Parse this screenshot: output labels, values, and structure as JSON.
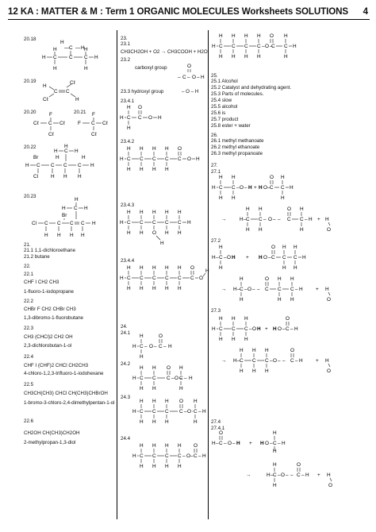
{
  "header": {
    "title": "12 KA : MATTER  &  M : Term 1  ORGANIC MOLECULES Worksheets SOLUTIONS",
    "page_number": "4"
  },
  "col1": {
    "q20_18": "20.18",
    "q20_19": "20.19",
    "q20_20": "20.20",
    "q20_21": "20.21",
    "q20_22": "20.22",
    "q20_23": "20.23",
    "q21": "21.",
    "q21_1": "21.1   1,1-dichloroethane",
    "q21_2": "21.2   butane",
    "q22": "22.",
    "q22_1": "22.1",
    "q22_1_formula": "CHF I CH2 CH3",
    "q22_1_name": "1-fluoro-1-iodopropane",
    "q22_2": " 22.2",
    "q22_2_formula": "CHBr F CH2 CHBr CH3",
    "q22_2_name": "1,3-dibromo-1-fluorobutane",
    "q22_3": "22.3",
    "q22_3_formula": "CH3 (CHCl)2 CH2 OH",
    "q22_3_name": "2,3-dichlorobutan-1-ol",
    "q22_4": "22.4",
    "q22_4_formula": "CHF I  (CHF)2 CHCl CH2CH3",
    "q22_4_name": "4-chloro-1,2,3-trifluoro-1-iodohexane",
    "q22_5": "22.5",
    "q22_5_formula": "CH3CH(CH3) CHCl CH(CH3)CHBrOH",
    "q22_5_name": "1-bromo-3-chloro-2,4-dimethylpentan-1-ol",
    "q22_6": "22.6",
    "q22_6_formula": "CH2OH CH(CH3)CH2OH",
    "q22_6_name": "2-methylpropan-1,3-diol"
  },
  "col2": {
    "q23": "23.",
    "q23_1": "23.1",
    "q23_1_eq": "CH3CH2OH + O2 → CH3COOH + H2O",
    "q23_2": "23.2",
    "q23_2_text": "carboxyl group",
    "q23_3": "23.3  hydroxyl group",
    "q23_3_text": "– O – H",
    "q23_4_1": "23.4.1",
    "q23_4_2": "23.4.2",
    "q23_4_3": "23.4.3",
    "q23_4_4": "23.4.4",
    "q24": "24.",
    "q24_1": "24.1",
    "q24_2": "24.2",
    "q24_3": "24.3",
    "q24_4": "24.4"
  },
  "col3": {
    "q25": "25.",
    "q25_1": "25.1   Alcohol",
    "q25_2": "25.2   Catalyst and dehydrating agent.",
    "q25_3": "25.3   Parts of molecules.",
    "q25_4": "25.4       slow",
    "q25_5": "25.5       alcohol",
    "q25_6": "25.6       is",
    "q25_7": "25.7       product",
    "q25_8": "25.8       ester  +  water",
    "q26": "26.",
    "q26_1": "26.1  methyl methanoate",
    "q26_2": "26.2  methyl ethanoate",
    "q26_3": "26.3  methyl propanoate",
    "q27": "27.",
    "q27_1": "27.1",
    "q27_2": "27.2",
    "q27_3": "27.3",
    "q27_4": "27.4",
    "q27_4_1": "27.4.1",
    "arrow": "→",
    "plus": "+"
  }
}
